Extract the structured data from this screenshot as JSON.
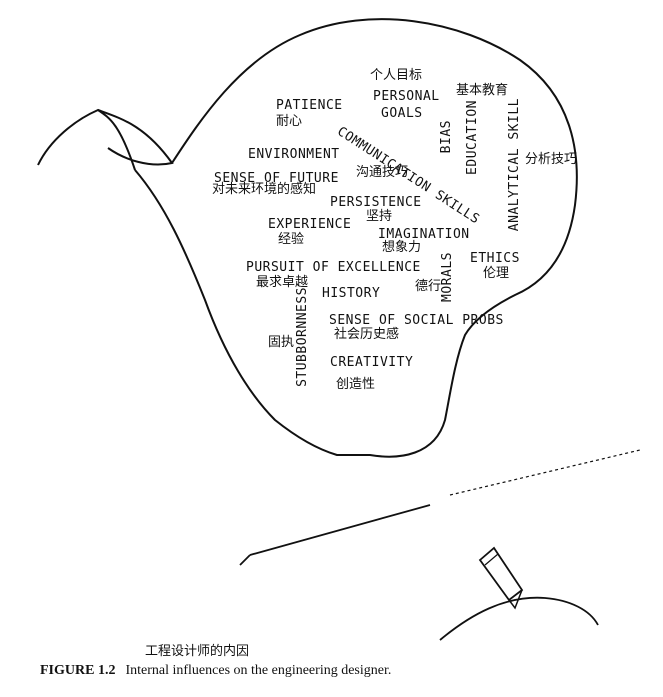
{
  "labels": {
    "zh_personal_goals": "个人目标",
    "personal": "PERSONAL",
    "goals": "GOALS",
    "zh_basic_education": "基本教育",
    "patience": "PATIENCE",
    "zh_patience": "耐心",
    "communication_skills": "COMMUNICATION SKILLS",
    "bias": "BIAS",
    "education": "EDUCATION",
    "analytical_skill": "ANALYTICAL SKILL",
    "zh_analytical_skill": "分析技巧",
    "environment": "ENVIRONMENT",
    "sense_of_future": "SENSE OF FUTURE",
    "zh_comm_skills": "沟通技巧",
    "zh_sense_of_future": "对未来环境的感知",
    "persistence": "PERSISTENCE",
    "zh_persistence": "坚持",
    "experience": "EXPERIENCE",
    "zh_experience": "经验",
    "imagination": "IMAGINATION",
    "zh_imagination": "想象力",
    "ethics": "ETHICS",
    "zh_ethics": "伦理",
    "pursuit_of_excellence": "PURSUIT OF EXCELLENCE",
    "zh_pursuit": "最求卓越",
    "morals": "MORALS",
    "zh_morals": "德行",
    "history": "HISTORY",
    "stubbornness": "STUBBORNNESS",
    "sense_of_social_probs": "SENSE OF SOCIAL PROBS",
    "zh_stubbornness": "固执",
    "zh_social_history": "社会历史感",
    "creativity": "CREATIVITY",
    "zh_creativity": "创造性"
  },
  "caption": {
    "zh": "工程设计师的内因",
    "figure_label": "FIGURE 1.2",
    "text": "Internal influences on the engineering designer."
  }
}
